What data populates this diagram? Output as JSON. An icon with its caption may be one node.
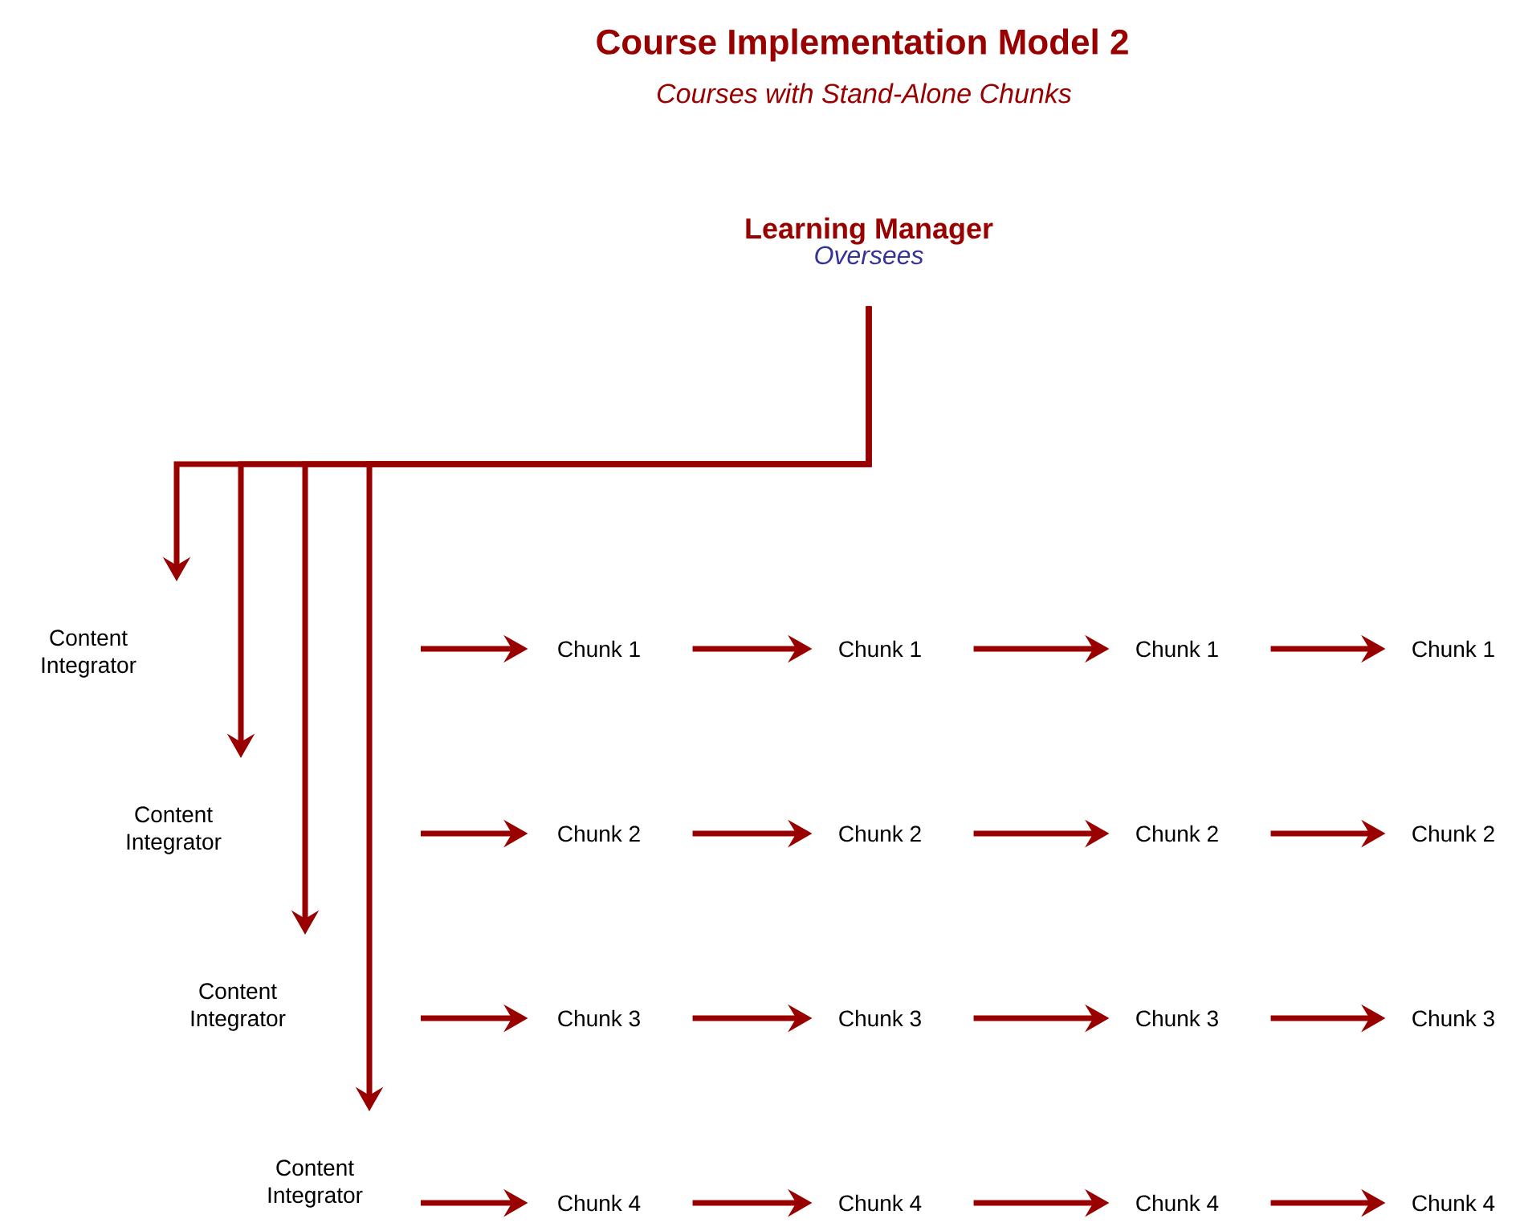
{
  "diagram": {
    "title": "Course Implementation Model 2",
    "caption": "Courses with Stand-Alone Chunks",
    "nodes": [
      {
        "text": [
          "Learning Manager",
          "Oversees"
        ]
      },
      {
        "text": [
          "Content Integrator"
        ]
      },
      {
        "text": [
          "Content Integrator"
        ]
      },
      {
        "text": [
          "Content Integrator"
        ]
      },
      {
        "text": [
          "Content Integrator"
        ]
      },
      {
        "text": [
          "Chunk 1"
        ]
      },
      {
        "text": [
          "Chunk 1"
        ]
      },
      {
        "text": [
          "Chunk 1"
        ]
      },
      {
        "text": [
          "Chunk 1"
        ]
      },
      {
        "text": [
          "Chunk 2"
        ]
      },
      {
        "text": [
          "Chunk 2"
        ]
      },
      {
        "text": [
          "Chunk 2"
        ]
      },
      {
        "text": [
          "Chunk 2"
        ]
      },
      {
        "text": [
          "Chunk 3"
        ]
      },
      {
        "text": [
          "Chunk 3"
        ]
      },
      {
        "text": [
          "Chunk 3"
        ]
      },
      {
        "text": [
          "Chunk 3"
        ]
      },
      {
        "text": [
          "Chunk 4"
        ]
      },
      {
        "text": [
          "Chunk 4"
        ]
      },
      {
        "text": [
          "Chunk 4"
        ]
      },
      {
        "text": [
          "Chunk 4"
        ]
      }
    ],
    "edges": [
      {
        "from": 0,
        "to": 1,
        "arrow": "to"
      },
      {
        "from": 0,
        "to": 2,
        "arrow": "to"
      },
      {
        "from": 0,
        "to": 3,
        "arrow": "to"
      },
      {
        "from": 0,
        "to": 4,
        "arrow": "to"
      },
      {
        "from": null,
        "to": 5,
        "arrow": "to"
      },
      {
        "from": 5,
        "to": 6,
        "arrow": "to"
      },
      {
        "from": 6,
        "to": 7,
        "arrow": "to"
      },
      {
        "from": 7,
        "to": 8,
        "arrow": "to"
      },
      {
        "from": null,
        "to": 9,
        "arrow": "to"
      },
      {
        "from": 9,
        "to": 10,
        "arrow": "to"
      },
      {
        "from": 10,
        "to": 11,
        "arrow": "to"
      },
      {
        "from": 11,
        "to": 12,
        "arrow": "to"
      },
      {
        "from": null,
        "to": 13,
        "arrow": "to"
      },
      {
        "from": 13,
        "to": 14,
        "arrow": "to"
      },
      {
        "from": 14,
        "to": 15,
        "arrow": "to"
      },
      {
        "from": 15,
        "to": 16,
        "arrow": "to"
      },
      {
        "from": null,
        "to": 17,
        "arrow": "to"
      },
      {
        "from": 17,
        "to": 18,
        "arrow": "to"
      },
      {
        "from": 18,
        "to": 19,
        "arrow": "to"
      },
      {
        "from": 19,
        "to": 20,
        "arrow": "to"
      }
    ]
  }
}
